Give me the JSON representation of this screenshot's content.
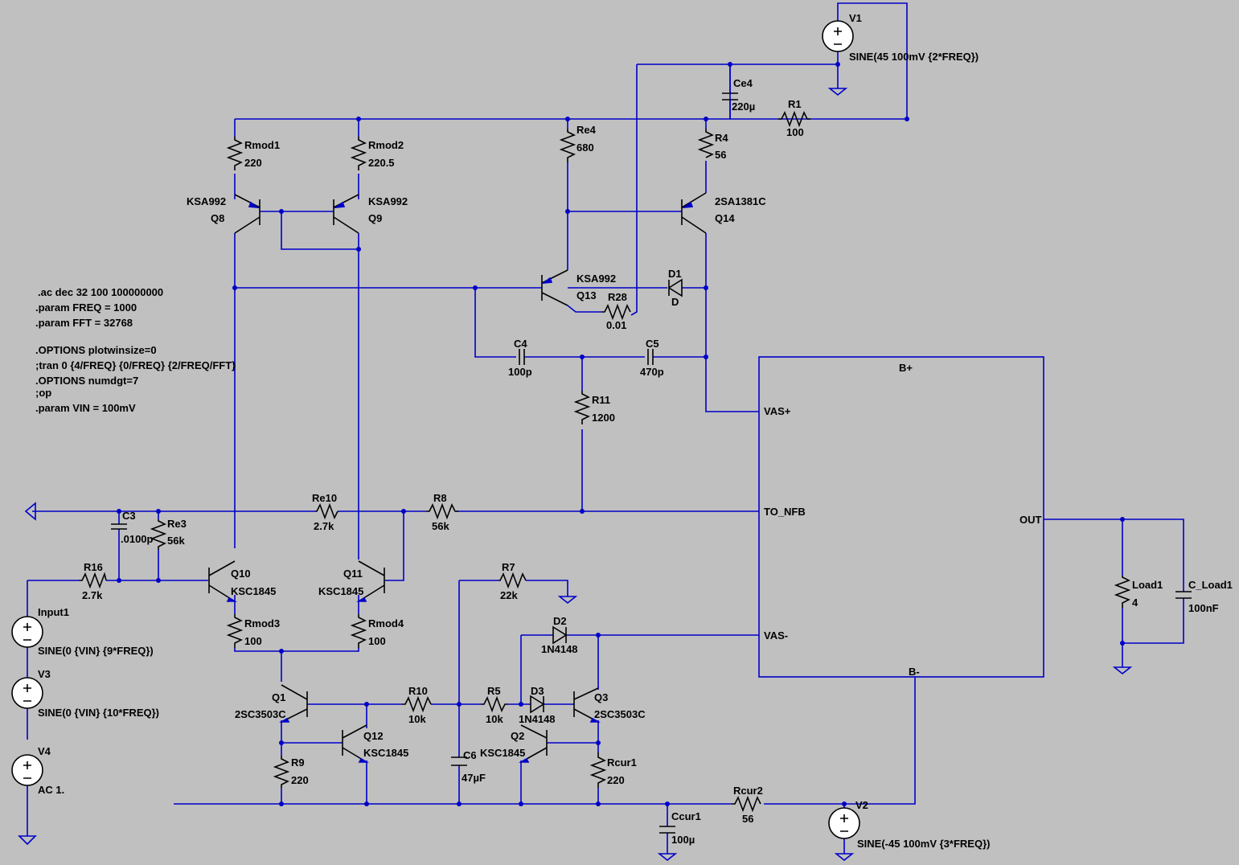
{
  "components": [
    {
      "ref": "V1",
      "value": "SINE(45 100mV {2*FREQ})"
    },
    {
      "ref": "V2",
      "value": "SINE(-45 100mV {3*FREQ})"
    },
    {
      "ref": "V3",
      "value": "SINE(0 {VIN} {10*FREQ})"
    },
    {
      "ref": "V4",
      "value": "AC 1."
    },
    {
      "ref": "Input1",
      "value": "SINE(0 {VIN} {9*FREQ})"
    },
    {
      "ref": "Ce4",
      "value": "220µ"
    },
    {
      "ref": "R1",
      "value": "100"
    },
    {
      "ref": "Rmod1",
      "value": "220"
    },
    {
      "ref": "Rmod2",
      "value": "220.5"
    },
    {
      "ref": "Re4",
      "value": "680"
    },
    {
      "ref": "R4",
      "value": "56"
    },
    {
      "ref": "Q8",
      "value": "KSA992"
    },
    {
      "ref": "Q9",
      "value": "KSA992"
    },
    {
      "ref": "Q14",
      "value": "2SA1381C"
    },
    {
      "ref": "Q13",
      "value": "KSA992"
    },
    {
      "ref": "D1",
      "value": "D"
    },
    {
      "ref": "R28",
      "value": "0.01"
    },
    {
      "ref": "C4",
      "value": "100p"
    },
    {
      "ref": "C5",
      "value": "470p"
    },
    {
      "ref": "R11",
      "value": "1200"
    },
    {
      "ref": "C3",
      "value": ".0100p"
    },
    {
      "ref": "Re3",
      "value": "56k"
    },
    {
      "ref": "Re10",
      "value": "2.7k"
    },
    {
      "ref": "R8",
      "value": "56k"
    },
    {
      "ref": "R16",
      "value": "2.7k"
    },
    {
      "ref": "Q10",
      "value": "KSC1845"
    },
    {
      "ref": "Q11",
      "value": "KSC1845"
    },
    {
      "ref": "Rmod3",
      "value": "100"
    },
    {
      "ref": "Rmod4",
      "value": "100"
    },
    {
      "ref": "R7",
      "value": "22k"
    },
    {
      "ref": "D2",
      "value": "1N4148"
    },
    {
      "ref": "D3",
      "value": "1N4148"
    },
    {
      "ref": "Q1",
      "value": "2SC3503C"
    },
    {
      "ref": "Q3",
      "value": "2SC3503C"
    },
    {
      "ref": "Q12",
      "value": "KSC1845"
    },
    {
      "ref": "Q2",
      "value": "KSC1845"
    },
    {
      "ref": "R10",
      "value": "10k"
    },
    {
      "ref": "R5",
      "value": "10k"
    },
    {
      "ref": "R9",
      "value": "220"
    },
    {
      "ref": "C6",
      "value": "47µF"
    },
    {
      "ref": "Rcur1",
      "value": "220"
    },
    {
      "ref": "Ccur1",
      "value": "100µ"
    },
    {
      "ref": "Rcur2",
      "value": "56"
    },
    {
      "ref": "Load1",
      "value": "4"
    },
    {
      "ref": "C_Load1",
      "value": "100nF"
    }
  ],
  "spice_directives": [
    ".ac dec 32 100 100000000",
    ".param FREQ = 1000",
    ".param FFT = 32768",
    ".OPTIONS plotwinsize=0",
    ";tran 0 {4/FREQ} {0/FREQ} {2/FREQ/FFT}",
    ".OPTIONS numdgt=7",
    ";op",
    ".param VIN = 100mV"
  ],
  "block": {
    "pins": {
      "b_plus": "B+",
      "b_minus": "B-",
      "vas_plus": "VAS+",
      "vas_minus": "VAS-",
      "to_nfb": "TO_NFB",
      "out": "OUT"
    }
  }
}
